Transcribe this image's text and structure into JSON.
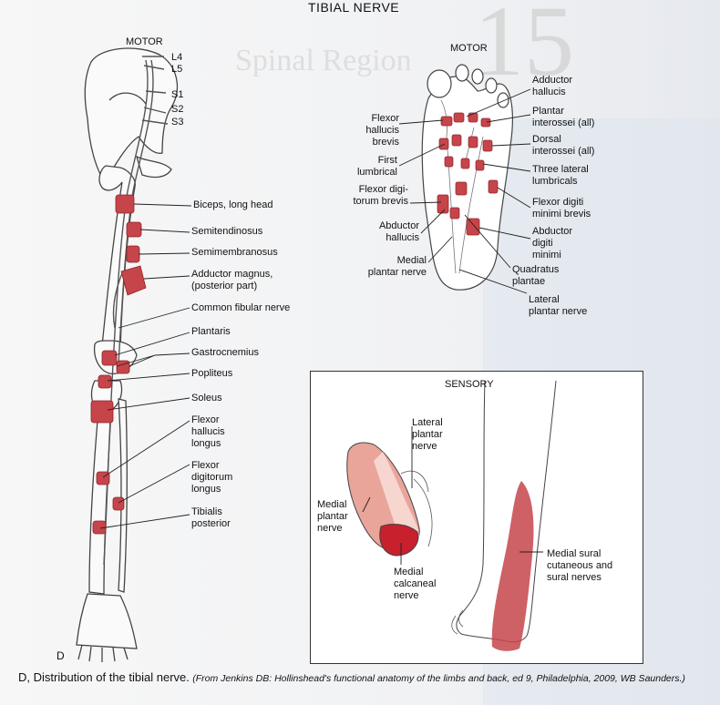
{
  "title": "TIBIAL NERVE",
  "leg": {
    "header": "MOTOR",
    "roots": [
      "L4",
      "L5",
      "S1",
      "S2",
      "S3"
    ],
    "muscles": [
      "Biceps, long head",
      "Semitendinosus",
      "Semimembranosus",
      "Adductor magnus,\n(posterior part)",
      "Common fibular nerve",
      "Plantaris",
      "Gastrocnemius",
      "Popliteus",
      "Soleus",
      "Flexor\nhallucis\nlongus",
      "Flexor\ndigitorum\nlongus",
      "Tibialis\nposterior"
    ],
    "panel_letter": "D"
  },
  "foot_motor": {
    "header": "MOTOR",
    "labels_left": [
      "Flexor\nhallucis\nbrevis",
      "First\nlumbrical",
      "Flexor digi-\ntorum brevis",
      "Abductor\nhallucis",
      "Medial\nplantar nerve"
    ],
    "labels_right": [
      "Adductor\nhallucis",
      "Plantar\ninterossei (all)",
      "Dorsal\ninterossei (all)",
      "Three lateral\nlumbricals",
      "Flexor digiti\nminimi brevis",
      "Abductor\ndigiti\nminimi",
      "Quadratus\nplantae",
      "Lateral\nplantar nerve"
    ]
  },
  "sensory": {
    "header": "SENSORY",
    "labels": [
      "Lateral\nplantar\nnerve",
      "Medial\nplantar\nnerve",
      "Medial\ncalcaneal\nnerve",
      "Medial sural\ncutaneous and\nsural nerves"
    ]
  },
  "caption": {
    "bold": "D, Distribution of the tibial nerve.",
    "source": "(From Jenkins DB: Hollinshead's functional anatomy of the limbs and back, ed 9, Philadelphia, 2009, WB Saunders.)"
  },
  "colors": {
    "muscle": "#c6454a",
    "muscle_dark": "#8e2228",
    "sensory_light": "#e9a59a",
    "sensory_dark": "#c8202c",
    "bone_line": "#444444"
  }
}
